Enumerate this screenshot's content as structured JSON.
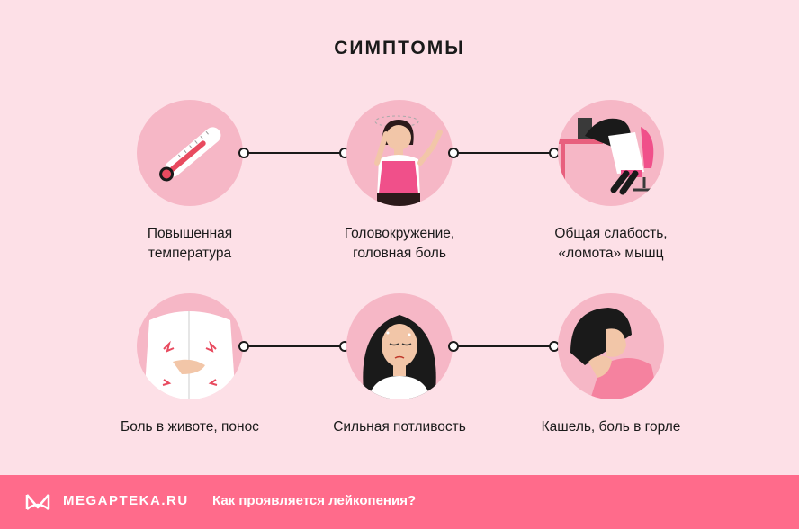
{
  "title": "СИМПТОМЫ",
  "symptoms": [
    {
      "line1": "Повышенная",
      "line2": "температура"
    },
    {
      "line1": "Головокружение,",
      "line2": "головная боль"
    },
    {
      "line1": "Общая слабость,",
      "line2": "«ломота» мышц"
    },
    {
      "line1": "Боль в животе, понос",
      "line2": ""
    },
    {
      "line1": "Сильная потливость",
      "line2": ""
    },
    {
      "line1": "Кашель, боль в горле",
      "line2": ""
    }
  ],
  "footer": {
    "brand": "MEGAPTEKA.RU",
    "caption": "Как проявляется лейкопения?"
  },
  "colors": {
    "background": "#fde0e7",
    "circle": "#f6b7c6",
    "accent": "#ff6b8b",
    "text": "#1a1a1a"
  },
  "icons": [
    "thermometer-icon",
    "dizzy-woman-icon",
    "tired-woman-desk-icon",
    "stomach-pain-icon",
    "sweating-woman-icon",
    "coughing-woman-icon",
    "megapteka-logo-icon"
  ]
}
